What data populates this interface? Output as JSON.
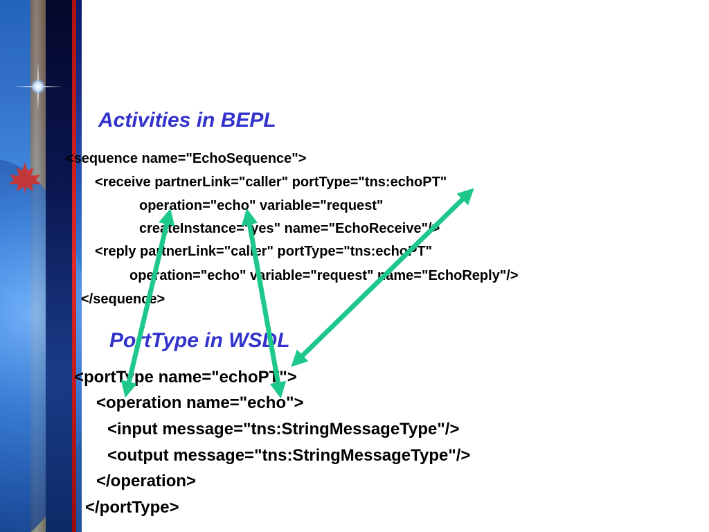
{
  "slide": {
    "title_bepl": "Activities in BEPL",
    "title_wsdl": "PortType in WSDL",
    "bepl_code": [
      "<sequence name=\"EchoSequence\">",
      "<receive partnerLink=\"caller\" portType=\"tns:echoPT\"",
      "operation=\"echo\" variable=\"request\"",
      "createInstance=\"yes\" name=\"EchoReceive\"/>",
      "<reply partnerLink=\"caller\" portType=\"tns:echoPT\"",
      "operation=\"echo\" variable=\"request\" name=\"EchoReply\"/>",
      "</sequence>"
    ],
    "wsdl_code": [
      "<portType name=\"echoPT\">",
      "<operation name=\"echo\">",
      "<input message=\"tns:StringMessageType\"/>",
      "<output message=\"tns:StringMessageType\"/>",
      "</operation>",
      "</portType>"
    ]
  },
  "colors": {
    "title": "#3333cc",
    "code": "#000000",
    "arrow": "#1ec88a",
    "background": "#ffffff"
  },
  "icons": {
    "decor_star": "sparkle-icon",
    "decor_leaf": "maple-leaf-icon"
  }
}
